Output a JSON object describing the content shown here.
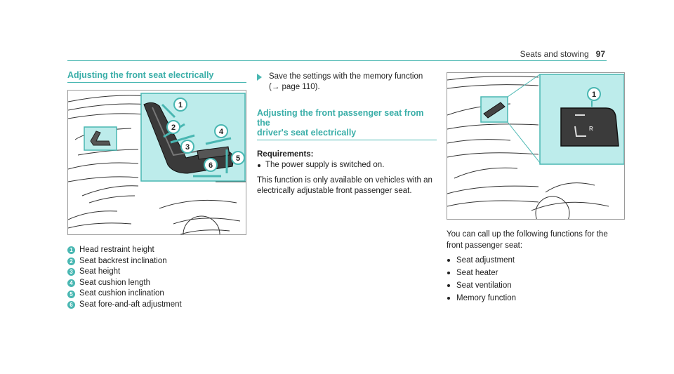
{
  "header": {
    "title": "Seats and stowing",
    "page_number": "97"
  },
  "section1": {
    "title": "Adjusting the front seat electrically",
    "callouts": [
      {
        "n": "1",
        "label": "Head restraint height"
      },
      {
        "n": "2",
        "label": "Seat backrest inclination"
      },
      {
        "n": "3",
        "label": "Seat height"
      },
      {
        "n": "4",
        "label": "Seat cushion length"
      },
      {
        "n": "5",
        "label": "Seat cushion inclination"
      },
      {
        "n": "6",
        "label": "Seat fore-and-aft adjustment"
      }
    ]
  },
  "step": {
    "line1": "Save the settings with the memory function",
    "line2": "(→ page 110)."
  },
  "section2": {
    "title_line1": "Adjusting the front passenger seat from the",
    "title_line2": "driver's seat electrically",
    "requirements_label": "Requirements:",
    "requirements": [
      "The power supply is switched on."
    ],
    "note": "This function is only available on vehicles with an electrically adjustable front passenger seat."
  },
  "section3": {
    "callout_n": "1",
    "switch_label": "R",
    "intro": "You can call up the following functions for the front passenger seat:",
    "functions": [
      "Seat adjustment",
      "Seat heater",
      "Seat ventilation",
      "Memory function"
    ]
  },
  "colors": {
    "accent": "#49b7b2",
    "highlight": "#bdeceb"
  }
}
